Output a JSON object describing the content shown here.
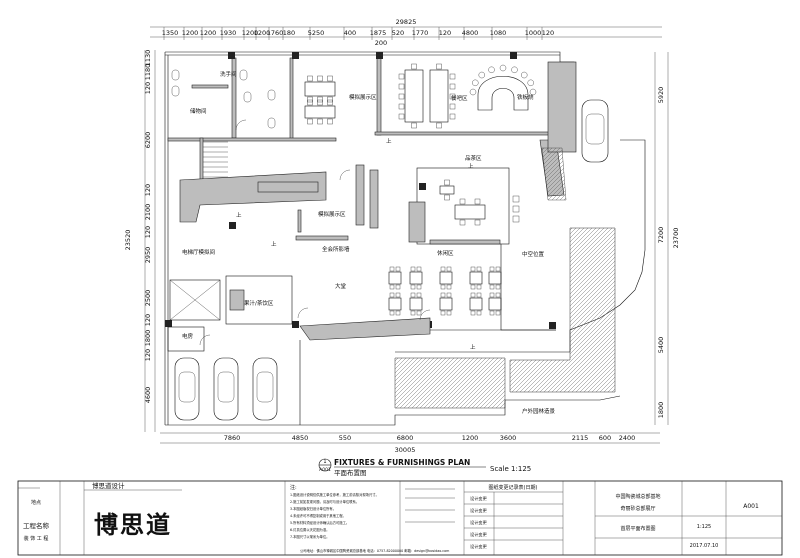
{
  "plan": {
    "top_overall": "29825",
    "top_dims": [
      "1350",
      "1200",
      "1200",
      "1930",
      "1200",
      "1200",
      "1760",
      "180",
      "5250",
      "400",
      "1875",
      "520",
      "1770",
      "120",
      "4800",
      "1080",
      "1000",
      "120"
    ],
    "top_inner": "200",
    "bottom_overall": "30005",
    "bottom_dims": [
      "7860",
      "4850",
      "550",
      "6800",
      "1200",
      "3600",
      "2115",
      "600",
      "2400"
    ],
    "left_dims": [
      "1130",
      "1180",
      "120",
      "6200",
      "120",
      "2100",
      "120",
      "2950",
      "2500",
      "120",
      "1800",
      "120",
      "4600"
    ],
    "left_overall": "23520",
    "right_dims": [
      "5920",
      "7200",
      "5400",
      "1800"
    ],
    "right_overall": "23700",
    "rooms": {
      "washroom": "洗手间",
      "storage": "储物间",
      "model_a": "模拟展示区",
      "bar": "餐吧区",
      "teppanyaki": "铁板烧",
      "tea": "品茶区",
      "model_b": "模拟展示区",
      "elevator": "电梯厅模拟间",
      "kitchen": "全会所影墙",
      "rest": "休闲区",
      "atrium": "中空位置",
      "hall": "大堂",
      "juice": "果汁/茶饮区",
      "electric": "电房",
      "garden": "户外园林造景",
      "up1": "上",
      "up2": "上",
      "up3": "上",
      "up4": "上",
      "up5": "上"
    },
    "title_number": "1",
    "title_sheet": "A001",
    "title_en": "FIXTURES & FURNISHINGS PLAN",
    "title_cn": "平面布置图",
    "scale": "Scale 1:125"
  },
  "title_block": {
    "company": "博思道设计",
    "logo": "博思道",
    "location_label": "地点",
    "project_label": "工程名称",
    "project_sub": "装 饰 工 程",
    "notes_title": "注:",
    "notes": [
      "1.图纸设计说明仅供施工单位参考，施工前请核对现场尺寸。",
      "2.施工前如发现问题，请及时与设计单位联系。",
      "3.本图纸版权归设计单位所有。",
      "4.未经许可不得复制或用于其他工程。",
      "5.所有材料须经设计师确认后方可施工。",
      "6.灯具位置以天花图为准。",
      "7.本图尺寸以毫米为单位。"
    ],
    "revision_header": "图纸变更记录表(日期)",
    "revision_rows": [
      "设计变更",
      "设计变更",
      "设计变更",
      "设计变更",
      "设计变更"
    ],
    "client": "中国陶瓷城总部基地",
    "client2": "奇丽砂总部展厅",
    "drawing_name": "首层平面布置图",
    "scale_value": "1:125",
    "date": "2017.07.10",
    "sheet_no": "A001",
    "footer": "公司地址：佛山市禅城区中国陶瓷城总部基地    电话：0757-82000000    邮箱：design@bosidao.com"
  }
}
